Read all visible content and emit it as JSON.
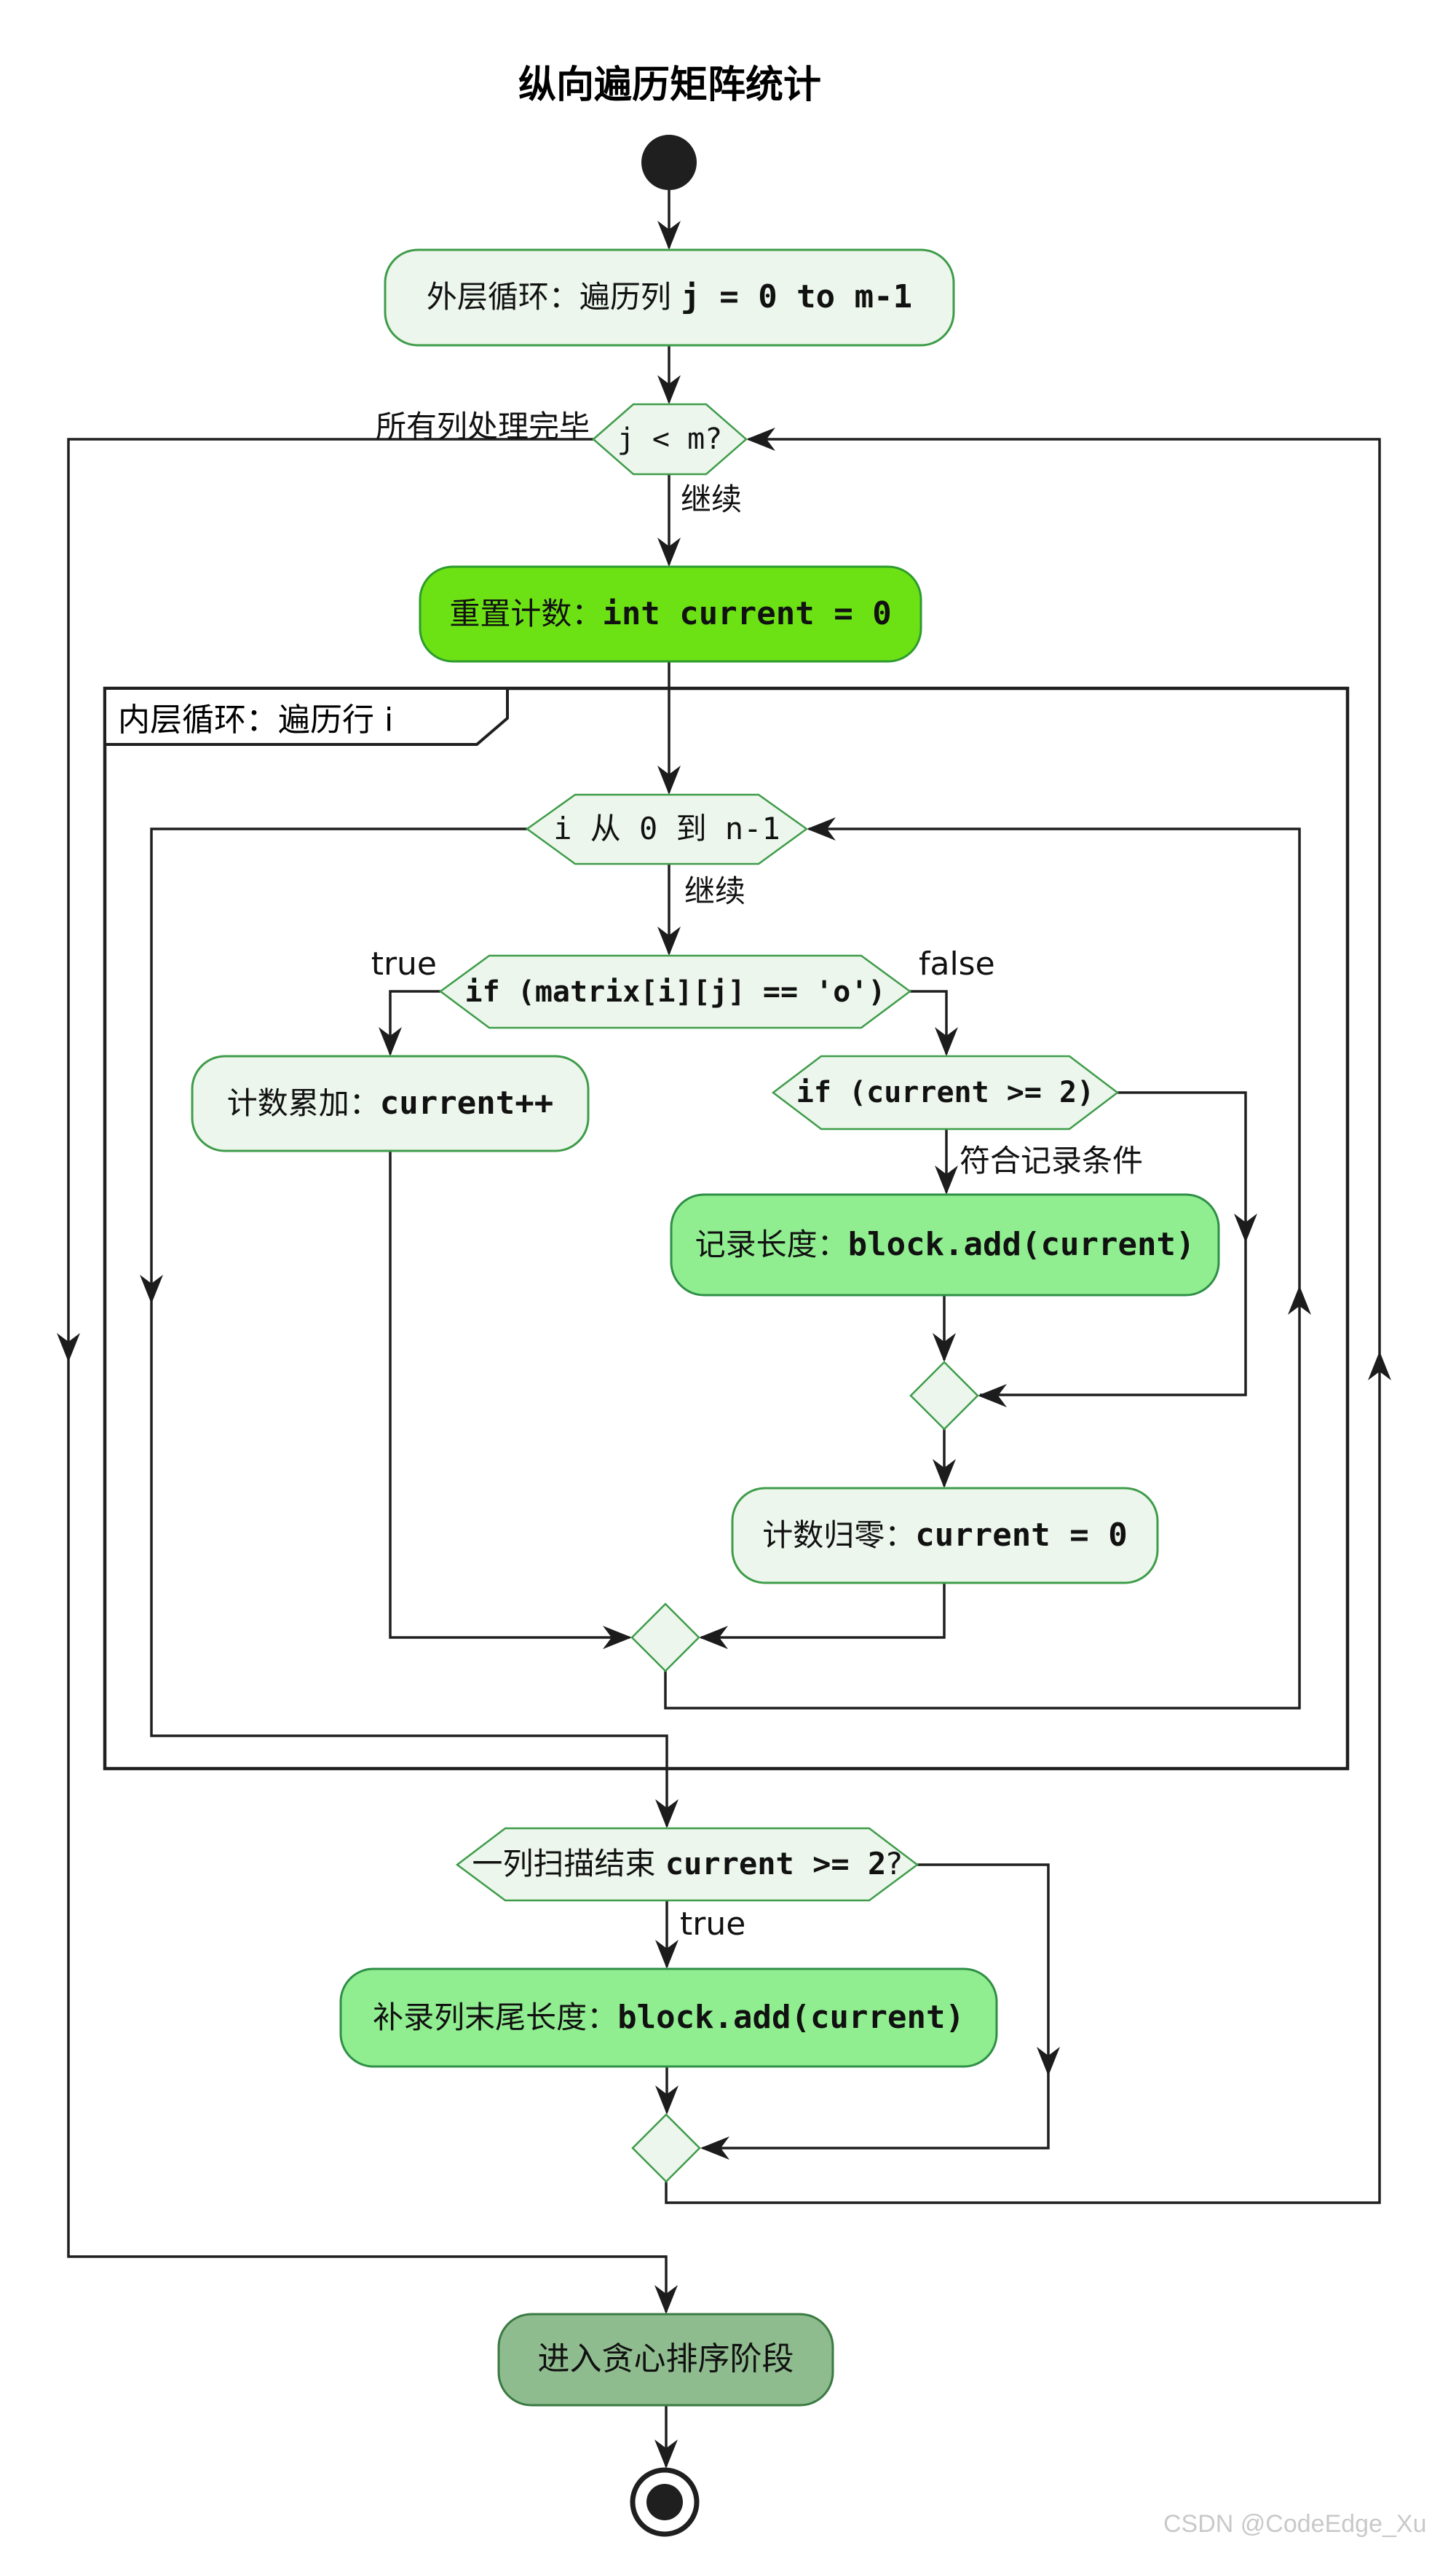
{
  "title": "纵向遍历矩阵统计",
  "watermark": "CSDN @CodeEdge_Xu",
  "nodes": {
    "outer_loop": {
      "prefix": "外层循环：遍历列 ",
      "code": "j = 0 to m-1"
    },
    "cond_j": {
      "code": "j < m?"
    },
    "reset": {
      "prefix": "重置计数：",
      "code": "int current = 0"
    },
    "partition": {
      "label": "内层循环：遍历行 i"
    },
    "cond_i": {
      "code": "i 从 0 到 n-1"
    },
    "cond_matrix": {
      "code": "if (matrix[i][j] == 'o')"
    },
    "increment": {
      "prefix": "计数累加：",
      "code": "current++"
    },
    "cond_current": {
      "code": "if (current >= 2)"
    },
    "record": {
      "prefix": "记录长度：",
      "code": "block.add(current)"
    },
    "reset_zero": {
      "prefix": "计数归零：",
      "code": "current = 0"
    },
    "cond_end": {
      "prefix": "一列扫描结束 ",
      "code": "current >= 2",
      "suffix": "?"
    },
    "append_tail": {
      "prefix": "补录列末尾长度：",
      "code": "block.add(current)"
    },
    "greedy": {
      "label": "进入贪心排序阶段"
    }
  },
  "edge_labels": {
    "all_done": "所有列处理完毕",
    "continue1": "继续",
    "continue2": "继续",
    "true1": "true",
    "false1": "false",
    "record_cond": "符合记录条件",
    "true2": "true"
  },
  "colors": {
    "line": "#1f1f1f",
    "light_fill": "#ecf6ec",
    "light_border": "#3e9c49",
    "bright_green_fill": "#6ce214",
    "bright_green_border": "#2e9b2e",
    "pastel_green_fill": "#90ee90",
    "pastel_green_border": "#2f8f46",
    "sage_fill": "#8fbc8f",
    "sage_border": "#3a7a42",
    "watermark_gray": "#c9c9c9"
  }
}
